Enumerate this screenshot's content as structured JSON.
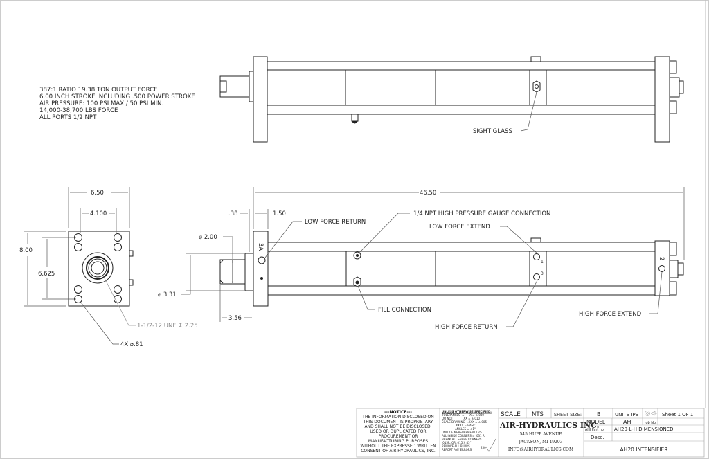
{
  "notes": [
    "387:1 RATIO 19.38 TON OUTPUT FORCE",
    "6.00 INCH STROKE INCLUDING .500 POWER STROKE",
    "AIR PRESSURE: 100 PSI MAX / 50 PSI MIN.",
    "14,000-38,700 LBS FORCE",
    "ALL PORTS 1/2 NPT"
  ],
  "callouts": {
    "sight_glass": "SIGHT GLASS",
    "low_force_return": "LOW FORCE RETURN",
    "gauge_connection": "1/4 NPT HIGH PRESSURE GAUGE CONNECTION",
    "low_force_extend": "LOW FORCE EXTEND",
    "fill_connection": "FILL CONNECTION",
    "high_force_return": "HIGH FORCE RETURN",
    "high_force_extend": "HIGH FORCE EXTEND",
    "thread": "1-1/2-12 UNF ↧ 2.25",
    "holes": "4X ⌀.81"
  },
  "port_labels": {
    "p3a": "3A",
    "p1": "1",
    "p3": "3",
    "p2": "2"
  },
  "dimensions": {
    "end_width": "6.50",
    "hole_spacing_x": "4.100",
    "end_height": "8.00",
    "hole_spacing_y": "6.625",
    "overall_length": "46.50",
    "flange": ".38",
    "plate": "1.50",
    "rod_dia": "⌀ 2.00",
    "pilot_dia": "⌀ 3.31",
    "rod_ext": "3.56"
  },
  "title_block": {
    "notice_title": "---NOTICE---",
    "notice_lines": [
      "THE INFORMATION DISCLOSED ON",
      "THIS DOCUMENT IS PROPRIETARY",
      "AND SHALL NOT BE DISCLOSED,",
      "USED OR DUPLICATED FOR",
      "PROCUREMENT OR",
      "MANUFACTURING PURPOSES",
      "WITHOUT THE EXPRESSED WRITTEN",
      "CONSENT OF AIR-HYDRAULICS, INC."
    ],
    "tolerance_lines": [
      "UNLESS OTHERWISE SPECIFIED:",
      "TOLERANCES  =     .X = ±.030",
      "DO NOT           .XX = ±.010",
      "SCALE DRAWING   .XXX = ±.005",
      "               .XXXX = BASIC",
      "               ANGLES = ±1°",
      "UNIT OF MEASUREMENT I.P.S.",
      "ALL INSIDE CORNERS = .031 R.",
      "BREAK ALL SHARP CORNERS",
      ".015R. OR .015 X 45°",
      "REMOVE ALL BURRS",
      "REPORT ANY ERRORS"
    ],
    "finish": "250",
    "scale_label": "SCALE",
    "scale_value": "NTS",
    "sheet_size_label": "SHEET SIZE:",
    "sheet_size_value": "B",
    "units": "UNITS IPS",
    "sheet": "Sheet 1 OF 1",
    "company": "AIR-HYDRAULICS INC.",
    "address1": "545 HUPP AVENUE",
    "address2": "JACKSON, MI 49203",
    "email": "INFO@AIRHYDRAULICS.COM",
    "model_label": "MODEL",
    "model_value": "AH",
    "job_label": "Job No.",
    "part_label": "AHI Part no.",
    "part_value": "AH20-L-H DIMENSIONED",
    "desc_label": "Desc.",
    "desc_value": "AH20 INTENSIFIER"
  }
}
